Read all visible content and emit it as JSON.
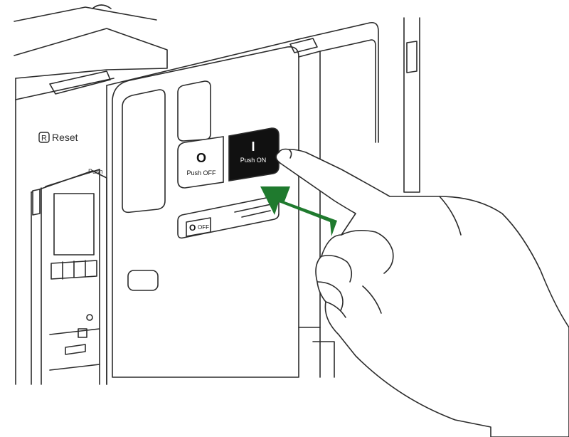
{
  "labels": {
    "reset": "Reset",
    "reset_letter": "R",
    "push_off_symbol": "O",
    "push_off": "Push OFF",
    "push_on_symbol": "I",
    "push_on": "Push ON",
    "indicator_symbol": "O",
    "indicator": "OFF",
    "push_tab": "Push"
  },
  "colors": {
    "line": "#2b2b2b",
    "panel": "#ffffff",
    "shade": "#d0d0d0",
    "push_on_bg": "#111111",
    "arrow": "#1f7a2e"
  },
  "icons": {
    "arrow": "arrow-icon",
    "hand": "hand-icon"
  }
}
